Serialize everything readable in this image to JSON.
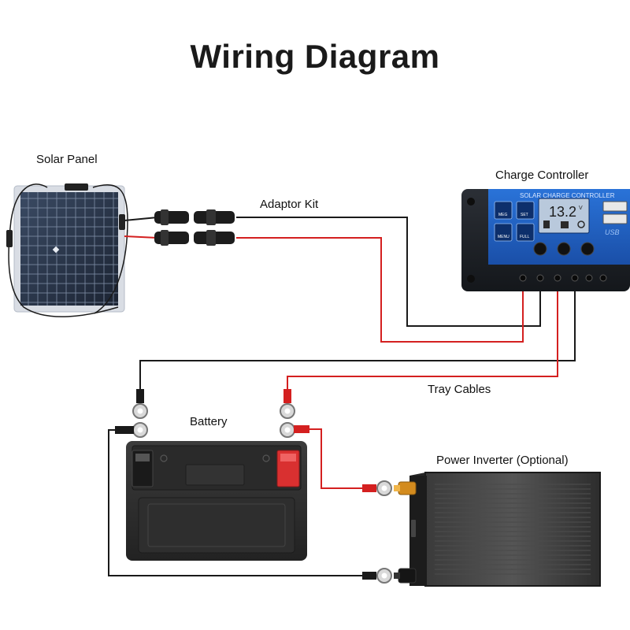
{
  "title": "Wiring Diagram",
  "labels": {
    "solar_panel": "Solar Panel",
    "adaptor_kit": "Adaptor Kit",
    "charge_controller": "Charge Controller",
    "battery": "Battery",
    "tray_cables": "Tray Cables",
    "power_inverter": "Power Inverter (Optional)"
  },
  "controller": {
    "header": "SOLAR CHARGE CONTROLLER",
    "display": "13.2",
    "display_unit": "V",
    "usb_label": "USB",
    "buttons": [
      "MEG",
      "SET",
      "MENU",
      "FULL"
    ]
  },
  "colors": {
    "positive_wire": "#d42020",
    "negative_wire": "#1a1a1a",
    "controller_blue": "#1f5fc4",
    "lcd": "#b9c9dc"
  }
}
